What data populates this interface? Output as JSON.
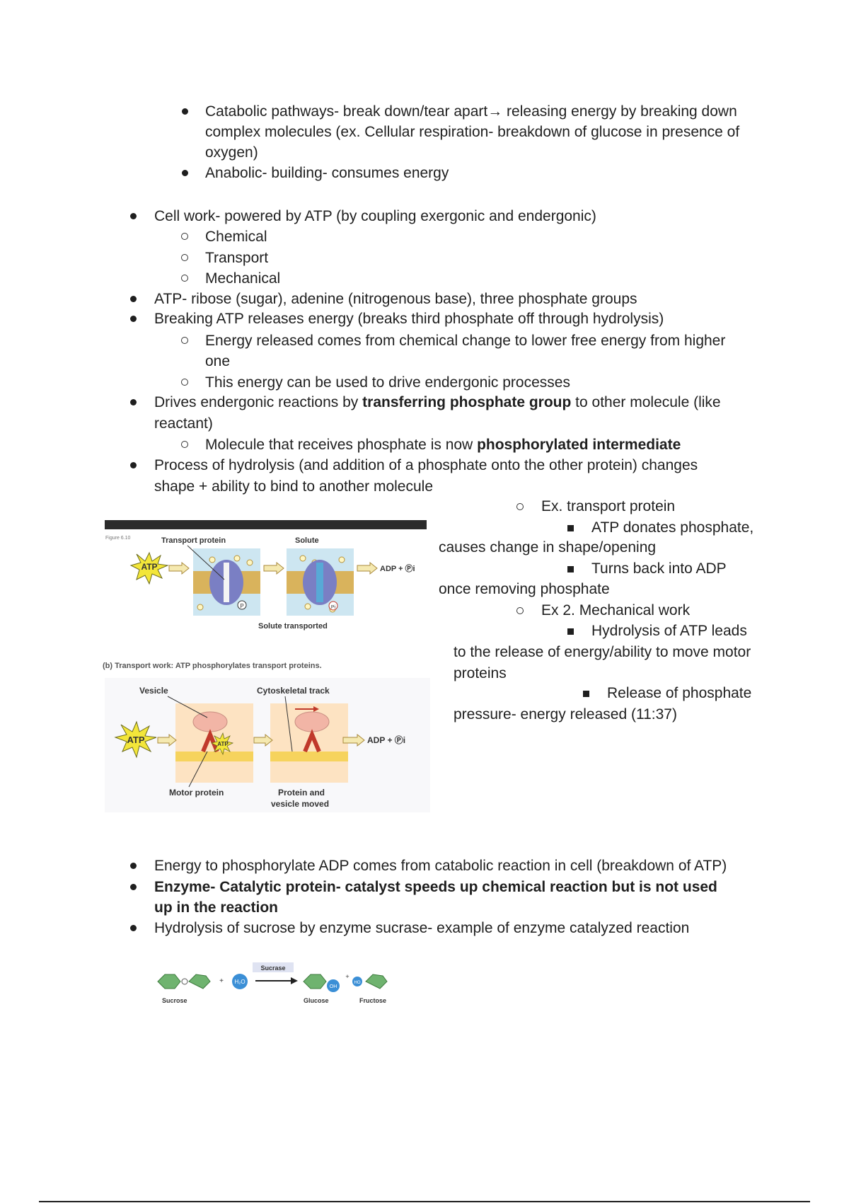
{
  "lines": {
    "l1": "Catabolic pathways- break down/tear apart→ releasing energy by breaking down",
    "l2": "complex molecules (ex. Cellular respiration- breakdown of glucose in presence of",
    "l3": "oxygen)",
    "l4": "Anabolic- building- consumes energy",
    "l5": "Cell work- powered by ATP (by coupling exergonic and endergonic)",
    "l6": "Chemical",
    "l7": "Transport",
    "l8": "Mechanical",
    "l9": "ATP- ribose (sugar), adenine (nitrogenous base), three phosphate groups",
    "l10": "Breaking ATP releases energy (breaks third phosphate off through hydrolysis)",
    "l11": "Energy released comes from chemical change to lower free energy from higher",
    "l12": "one",
    "l13": "This energy can be used to drive endergonic processes",
    "l14a": "Drives endergonic reactions by ",
    "l14b": "transferring phosphate group",
    "l14c": " to other molecule (like",
    "l15": "reactant)",
    "l16a": "Molecule that receives phosphate is now ",
    "l16b": "phosphorylated intermediate",
    "l17": "Process of hydrolysis (and addition of a phosphate onto the other protein) changes",
    "l18": "shape + ability to bind to another molecule",
    "r1": "Ex. transport protein",
    "r2": "ATP donates phosphate,",
    "r3": "causes change in shape/opening",
    "r4": "Turns back into ADP",
    "r5": "once removing phosphate",
    "r6": "Ex 2. Mechanical work",
    "r7": "Hydrolysis of ATP leads",
    "r8": "to the release of energy/ability to move motor",
    "r9": "proteins",
    "r10": "Release of phosphate",
    "r11": "pressure- energy released (11:37)",
    "b1": "Energy to phosphorylate ADP comes from catabolic reaction in cell (breakdown of ATP)",
    "b2": "Enzyme- Catalytic protein- catalyst speeds up chemical reaction but is not used",
    "b3": "up in the reaction",
    "b4": "Hydrolysis of sucrose by enzyme sucrase- example of enzyme catalyzed reaction"
  },
  "figure1": {
    "fig_label": "Figure 6.10",
    "transport_protein": "Transport protein",
    "solute": "Solute",
    "atp": "ATP",
    "adp_pi": "ADP + Ⓟi",
    "p": "P",
    "pi": "Pi",
    "solute_transported": "Solute transported",
    "caption_cut": "(b) Transport work: ATP phosphorylates transport proteins."
  },
  "figure2": {
    "vesicle": "Vesicle",
    "cytoskeletal_track": "Cytoskeletal track",
    "atp": "ATP",
    "atp_small": "ATP",
    "adp_pi": "ADP + Ⓟi",
    "motor_protein": "Motor protein",
    "moved_1": "Protein and",
    "moved_2": "vesicle moved"
  },
  "figure3": {
    "sucrase": "Sucrase",
    "h2o": "H₂O",
    "oh": "OH",
    "ho": "HO",
    "plus": "+",
    "sucrose": "Sucrose",
    "glucose": "Glucose",
    "fructose": "Fructose"
  }
}
